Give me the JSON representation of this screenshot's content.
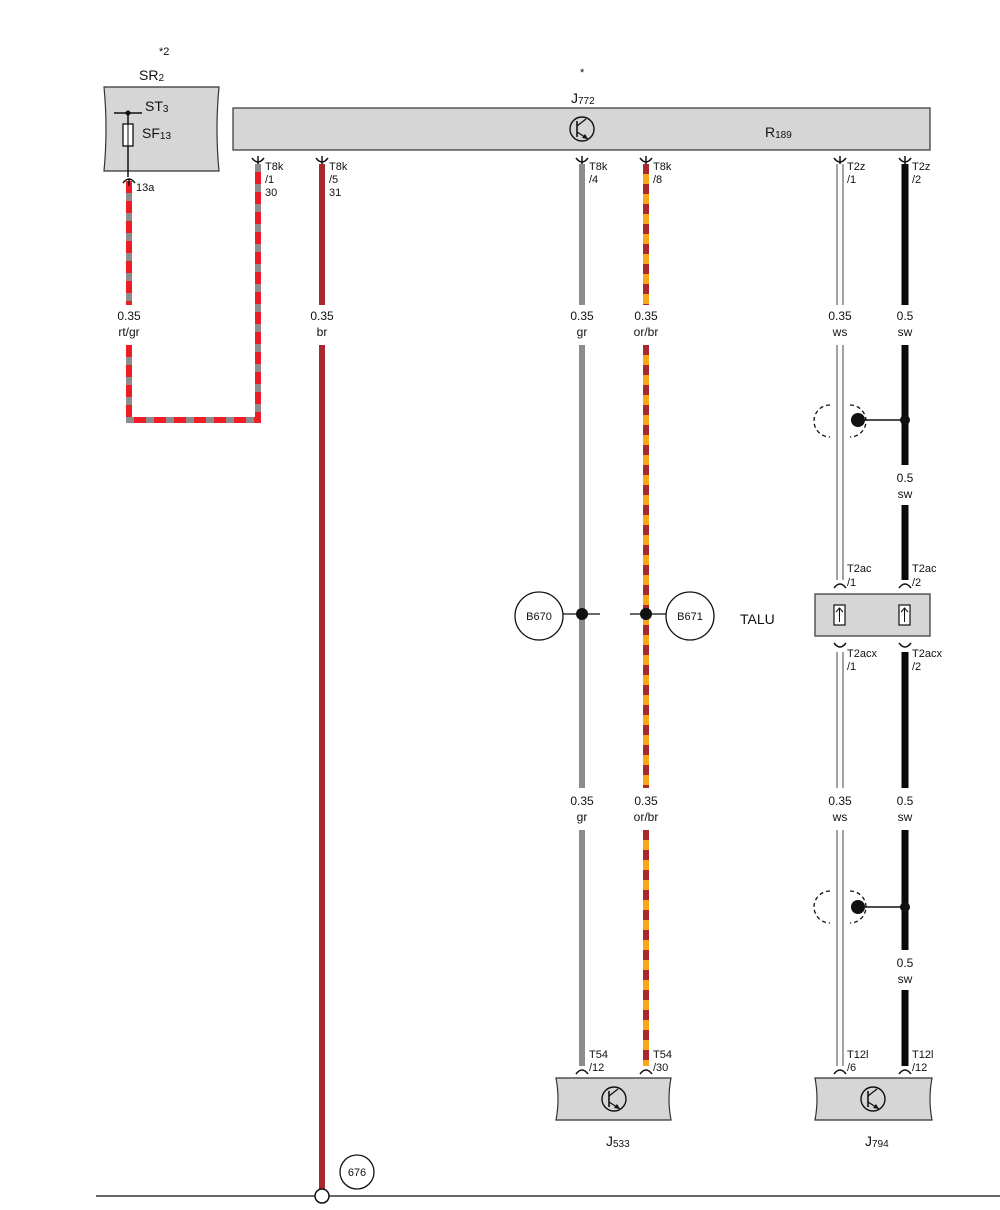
{
  "components": {
    "sr2": {
      "name": "SR",
      "sub": "2",
      "note": "*2"
    },
    "st3": {
      "name": "ST",
      "sub": "3"
    },
    "sf13": {
      "name": "SF",
      "sub": "13"
    },
    "j772": {
      "name": "J",
      "sub": "772",
      "note": "*"
    },
    "r189": {
      "name": "R",
      "sub": "189"
    },
    "j533": {
      "name": "J",
      "sub": "533"
    },
    "j794": {
      "name": "J",
      "sub": "794"
    },
    "talu": {
      "name": "TALU"
    }
  },
  "connectors": {
    "sr2_pin": "13a",
    "t8k_1": [
      "T8k",
      "/1",
      "30"
    ],
    "t8k_5": [
      "T8k",
      "/5",
      "31"
    ],
    "t8k_4": [
      "T8k",
      "/4"
    ],
    "t8k_8": [
      "T8k",
      "/8"
    ],
    "t2z_1": [
      "T2z",
      "/1"
    ],
    "t2z_2": [
      "T2z",
      "/2"
    ],
    "t2ac_1": [
      "T2ac",
      "/1"
    ],
    "t2ac_2": [
      "T2ac",
      "/2"
    ],
    "t2acx_1": [
      "T2acx",
      "/1"
    ],
    "t2acx_2": [
      "T2acx",
      "/2"
    ],
    "t54_12": [
      "T54",
      "/12"
    ],
    "t54_30": [
      "T54",
      "/30"
    ],
    "t12l_6": [
      "T12l",
      "/6"
    ],
    "t12l_12": [
      "T12l",
      "/12"
    ]
  },
  "wires": {
    "w_rtgr": {
      "size": "0.35",
      "color": "rt/gr"
    },
    "w_br": {
      "size": "0.35",
      "color": "br"
    },
    "w_gr_top": {
      "size": "0.35",
      "color": "gr"
    },
    "w_orbr_top": {
      "size": "0.35",
      "color": "or/br"
    },
    "w_ws_top": {
      "size": "0.35",
      "color": "ws"
    },
    "w_sw_top": {
      "size": "0.5",
      "color": "sw"
    },
    "w_sw_mid": {
      "size": "0.5",
      "color": "sw"
    },
    "w_gr_bot": {
      "size": "0.35",
      "color": "gr"
    },
    "w_orbr_bot": {
      "size": "0.35",
      "color": "or/br"
    },
    "w_ws_bot": {
      "size": "0.35",
      "color": "ws"
    },
    "w_sw_bot": {
      "size": "0.5",
      "color": "sw"
    },
    "w_sw_low": {
      "size": "0.5",
      "color": "sw"
    }
  },
  "refs": {
    "b670": "B670",
    "b671": "B671",
    "ground": "676"
  },
  "colors": {
    "red": "#ee1c24",
    "grey": "#8c8c8c",
    "brown": "#a8282d",
    "orange": "#f7a81b",
    "black": "#0a0a0a",
    "box_fill": "#d6d6d6"
  }
}
